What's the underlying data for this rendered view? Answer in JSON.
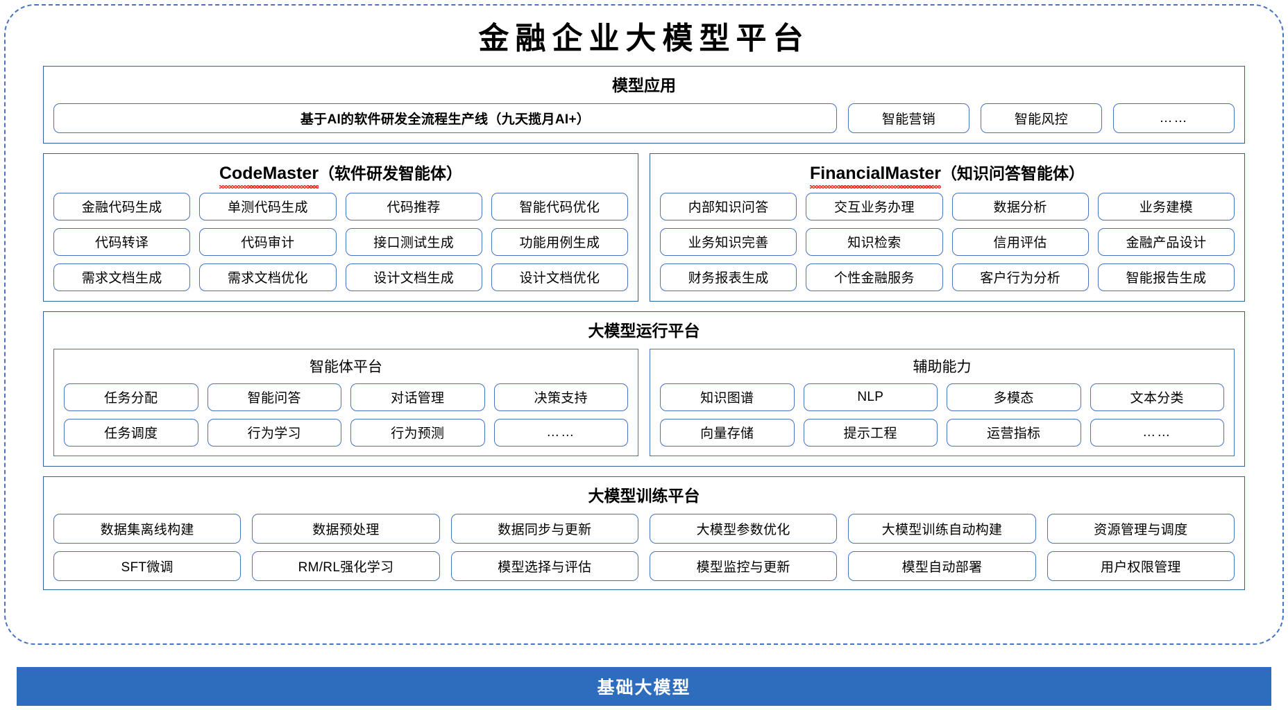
{
  "title": "金融企业大模型平台",
  "colors": {
    "frame_dashed": "#4472C4",
    "panel_border": "#2E5F9E",
    "chip_border": "#4472C4",
    "base_bar_bg": "#2E6DBE",
    "spellcheck_underline": "#E8342B"
  },
  "model_application": {
    "title": "模型应用",
    "items": [
      "基于AI的软件研发全流程生产线（九天揽月AI+）",
      "智能营销",
      "智能风控",
      "……"
    ]
  },
  "agents": [
    {
      "latin_name": "CodeMaster",
      "cn_name": "（软件研发智能体）",
      "spellcheck_flagged": true,
      "rows": [
        [
          "金融代码生成",
          "单测代码生成",
          "代码推荐",
          "智能代码优化"
        ],
        [
          "代码转译",
          "代码审计",
          "接口测试生成",
          "功能用例生成"
        ],
        [
          "需求文档生成",
          "需求文档优化",
          "设计文档生成",
          "设计文档优化"
        ]
      ]
    },
    {
      "latin_name": "FinancialMaster",
      "cn_name": "（知识问答智能体）",
      "spellcheck_flagged": true,
      "rows": [
        [
          "内部知识问答",
          "交互业务办理",
          "数据分析",
          "业务建模"
        ],
        [
          "业务知识完善",
          "知识检索",
          "信用评估",
          "金融产品设计"
        ],
        [
          "财务报表生成",
          "个性金融服务",
          "客户行为分析",
          "智能报告生成"
        ]
      ]
    }
  ],
  "runtime_platform": {
    "title": "大模型运行平台",
    "subpanels": [
      {
        "title": "智能体平台",
        "rows": [
          [
            "任务分配",
            "智能问答",
            "对话管理",
            "决策支持"
          ],
          [
            "任务调度",
            "行为学习",
            "行为预测",
            "……"
          ]
        ]
      },
      {
        "title": "辅助能力",
        "rows": [
          [
            "知识图谱",
            "NLP",
            "多模态",
            "文本分类"
          ],
          [
            "向量存储",
            "提示工程",
            "运营指标",
            "……"
          ]
        ]
      }
    ]
  },
  "training_platform": {
    "title": "大模型训练平台",
    "rows": [
      [
        "数据集离线构建",
        "数据预处理",
        "数据同步与更新",
        "大模型参数优化",
        "大模型训练自动构建",
        "资源管理与调度"
      ],
      [
        "SFT微调",
        "RM/RL强化学习",
        "模型选择与评估",
        "模型监控与更新",
        "模型自动部署",
        "用户权限管理"
      ]
    ]
  },
  "base_model": {
    "label": "基础大模型"
  }
}
